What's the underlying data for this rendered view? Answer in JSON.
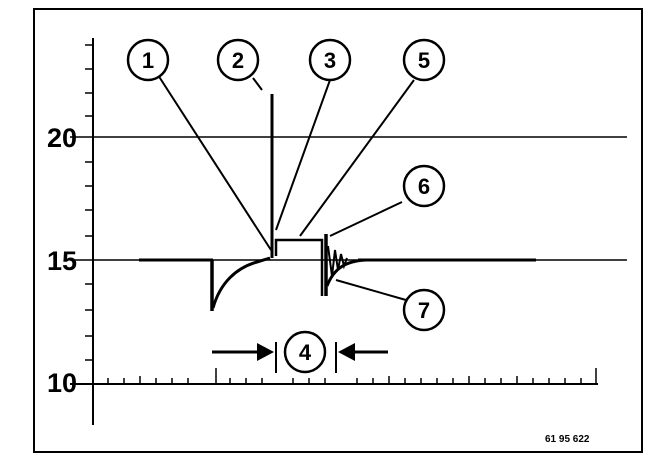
{
  "diagram": {
    "y_axis": {
      "tick_labels": [
        "20",
        "15",
        "10"
      ],
      "reference_lines": [
        20,
        15
      ]
    },
    "callouts": [
      "1",
      "2",
      "3",
      "5",
      "6",
      "7",
      "4"
    ],
    "figure_code": "61 95 622"
  }
}
